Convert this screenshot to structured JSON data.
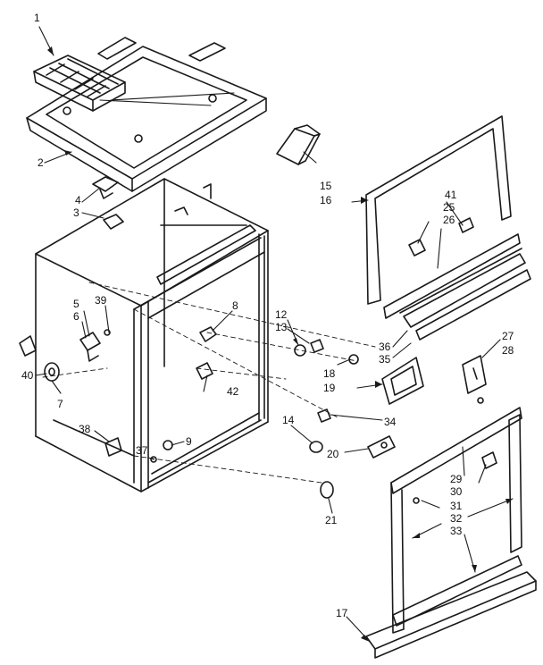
{
  "diagram": {
    "ink_color": "#1a1a1a",
    "paper_color": "#ffffff",
    "part_numbers": [
      {
        "id": "p1",
        "text": "1"
      },
      {
        "id": "p2",
        "text": "2"
      },
      {
        "id": "p3",
        "text": "3"
      },
      {
        "id": "p4",
        "text": "4"
      },
      {
        "id": "p5",
        "text": "5"
      },
      {
        "id": "p6",
        "text": "6"
      },
      {
        "id": "p7",
        "text": "7"
      },
      {
        "id": "p8",
        "text": "8"
      },
      {
        "id": "p9",
        "text": "9"
      },
      {
        "id": "p12",
        "text": "12"
      },
      {
        "id": "p13",
        "text": "13"
      },
      {
        "id": "p14",
        "text": "14"
      },
      {
        "id": "p15",
        "text": "15"
      },
      {
        "id": "p16",
        "text": "16"
      },
      {
        "id": "p17",
        "text": "17"
      },
      {
        "id": "p18",
        "text": "18"
      },
      {
        "id": "p19",
        "text": "19"
      },
      {
        "id": "p20",
        "text": "20"
      },
      {
        "id": "p21",
        "text": "21"
      },
      {
        "id": "p25",
        "text": "25"
      },
      {
        "id": "p26",
        "text": "26"
      },
      {
        "id": "p27",
        "text": "27"
      },
      {
        "id": "p28",
        "text": "28"
      },
      {
        "id": "p29",
        "text": "29"
      },
      {
        "id": "p30",
        "text": "30"
      },
      {
        "id": "p31",
        "text": "31"
      },
      {
        "id": "p32",
        "text": "32"
      },
      {
        "id": "p33",
        "text": "33"
      },
      {
        "id": "p34",
        "text": "34"
      },
      {
        "id": "p35",
        "text": "35"
      },
      {
        "id": "p36",
        "text": "36"
      },
      {
        "id": "p37",
        "text": "37"
      },
      {
        "id": "p38",
        "text": "38"
      },
      {
        "id": "p39",
        "text": "39"
      },
      {
        "id": "p40",
        "text": "40"
      },
      {
        "id": "p41",
        "text": "41"
      },
      {
        "id": "p42",
        "text": "42"
      }
    ]
  }
}
